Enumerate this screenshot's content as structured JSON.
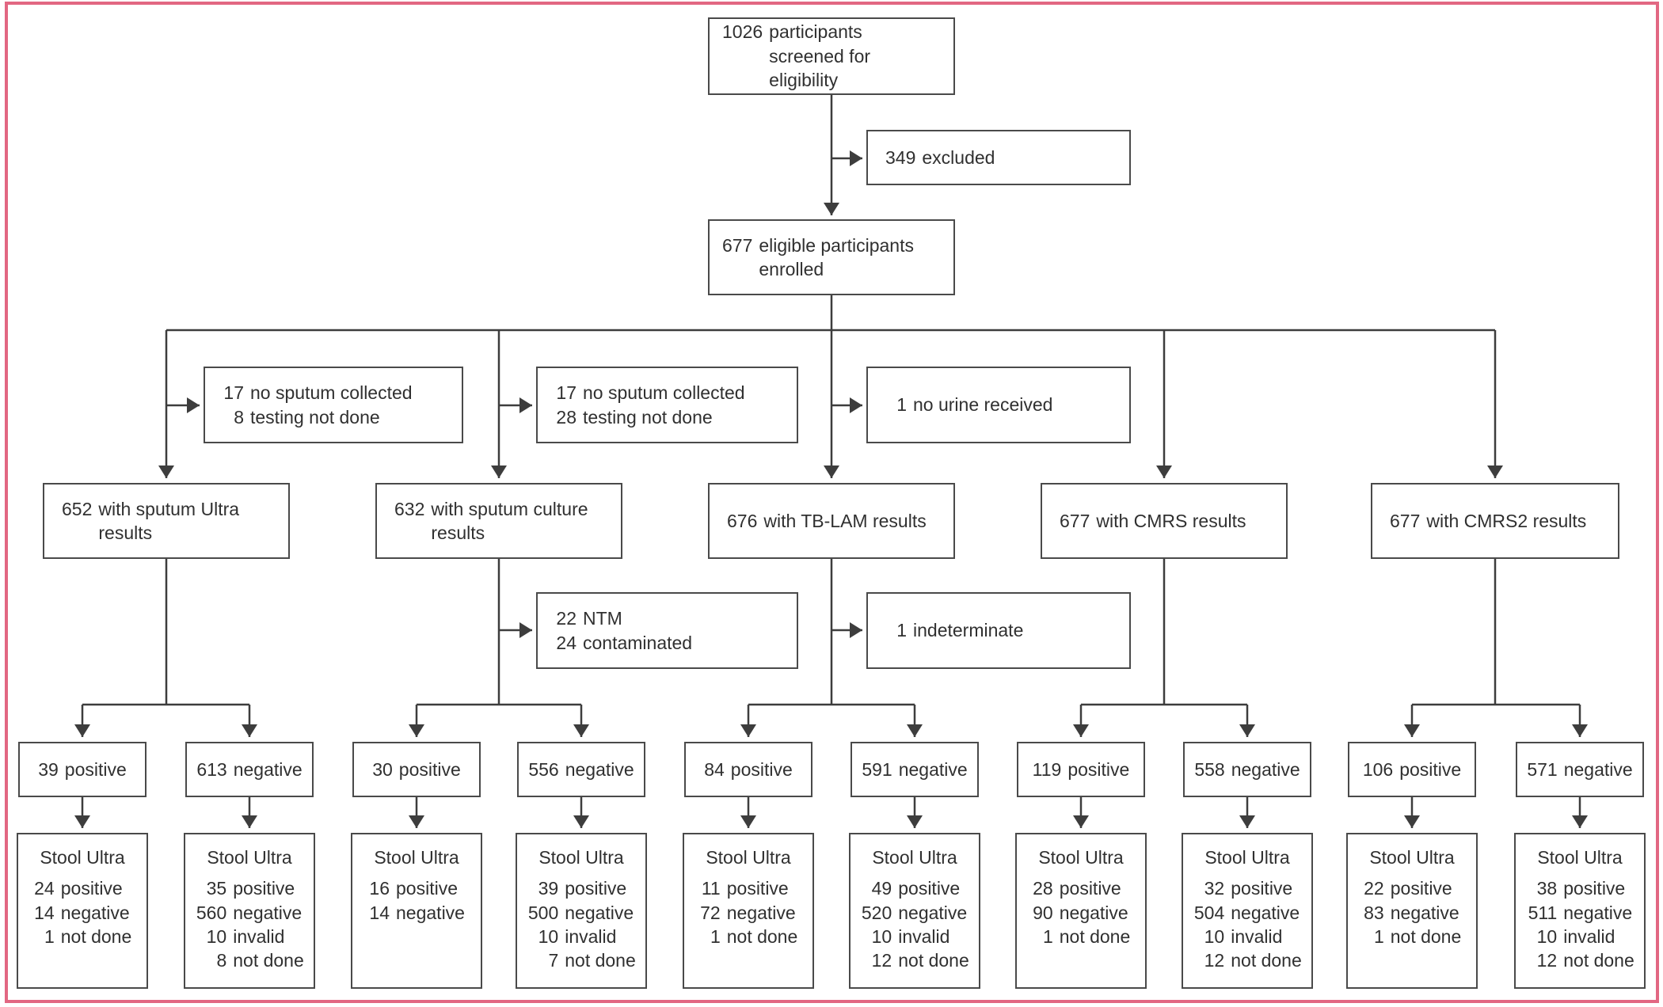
{
  "frame": {
    "border_color": "#e26782"
  },
  "screened": {
    "num": "1026",
    "label": "participants screened for eligibility"
  },
  "excluded": {
    "num": "349",
    "label": "excluded"
  },
  "enrolled": {
    "num": "677",
    "label": "eligible participants enrolled"
  },
  "columns": [
    {
      "name": "sputum-ultra",
      "result": {
        "num": "652",
        "label": "with sputum Ultra results"
      },
      "pre": [
        {
          "num": "17",
          "label": "no sputum collected"
        },
        {
          "num": "8",
          "label": "testing not done"
        }
      ],
      "post": [],
      "positive": {
        "num": "39",
        "label": "positive"
      },
      "negative": {
        "num": "613",
        "label": "negative"
      },
      "stool_pos": {
        "title": "Stool Ultra",
        "lines": [
          {
            "num": "24",
            "label": "positive"
          },
          {
            "num": "14",
            "label": "negative"
          },
          {
            "num": "1",
            "label": "not done"
          }
        ]
      },
      "stool_neg": {
        "title": "Stool Ultra",
        "lines": [
          {
            "num": "35",
            "label": "positive"
          },
          {
            "num": "560",
            "label": "negative"
          },
          {
            "num": "10",
            "label": "invalid"
          },
          {
            "num": "8",
            "label": "not done"
          }
        ]
      }
    },
    {
      "name": "sputum-culture",
      "result": {
        "num": "632",
        "label": "with sputum culture results"
      },
      "pre": [
        {
          "num": "17",
          "label": "no sputum collected"
        },
        {
          "num": "28",
          "label": "testing not done"
        }
      ],
      "post": [
        {
          "num": "22",
          "label": "NTM"
        },
        {
          "num": "24",
          "label": "contaminated"
        }
      ],
      "positive": {
        "num": "30",
        "label": "positive"
      },
      "negative": {
        "num": "556",
        "label": "negative"
      },
      "stool_pos": {
        "title": "Stool Ultra",
        "lines": [
          {
            "num": "16",
            "label": "positive"
          },
          {
            "num": "14",
            "label": "negative"
          }
        ]
      },
      "stool_neg": {
        "title": "Stool Ultra",
        "lines": [
          {
            "num": "39",
            "label": "positive"
          },
          {
            "num": "500",
            "label": "negative"
          },
          {
            "num": "10",
            "label": "invalid"
          },
          {
            "num": "7",
            "label": "not done"
          }
        ]
      }
    },
    {
      "name": "tb-lam",
      "result": {
        "num": "676",
        "label": "with TB-LAM results"
      },
      "pre": [
        {
          "num": "1",
          "label": "no urine received"
        }
      ],
      "post": [
        {
          "num": "1",
          "label": "indeterminate"
        }
      ],
      "positive": {
        "num": "84",
        "label": "positive"
      },
      "negative": {
        "num": "591",
        "label": "negative"
      },
      "stool_pos": {
        "title": "Stool Ultra",
        "lines": [
          {
            "num": "11",
            "label": "positive"
          },
          {
            "num": "72",
            "label": "negative"
          },
          {
            "num": "1",
            "label": "not done"
          }
        ]
      },
      "stool_neg": {
        "title": "Stool Ultra",
        "lines": [
          {
            "num": "49",
            "label": "positive"
          },
          {
            "num": "520",
            "label": "negative"
          },
          {
            "num": "10",
            "label": "invalid"
          },
          {
            "num": "12",
            "label": "not done"
          }
        ]
      }
    },
    {
      "name": "cmrs",
      "result": {
        "num": "677",
        "label": "with CMRS results"
      },
      "pre": [],
      "post": [],
      "positive": {
        "num": "119",
        "label": "positive"
      },
      "negative": {
        "num": "558",
        "label": "negative"
      },
      "stool_pos": {
        "title": "Stool Ultra",
        "lines": [
          {
            "num": "28",
            "label": "positive"
          },
          {
            "num": "90",
            "label": "negative"
          },
          {
            "num": "1",
            "label": "not done"
          }
        ]
      },
      "stool_neg": {
        "title": "Stool Ultra",
        "lines": [
          {
            "num": "32",
            "label": "positive"
          },
          {
            "num": "504",
            "label": "negative"
          },
          {
            "num": "10",
            "label": "invalid"
          },
          {
            "num": "12",
            "label": "not done"
          }
        ]
      }
    },
    {
      "name": "cmrs2",
      "result": {
        "num": "677",
        "label": "with CMRS2 results"
      },
      "pre": [],
      "post": [],
      "positive": {
        "num": "106",
        "label": "positive"
      },
      "negative": {
        "num": "571",
        "label": "negative"
      },
      "stool_pos": {
        "title": "Stool Ultra",
        "lines": [
          {
            "num": "22",
            "label": "positive"
          },
          {
            "num": "83",
            "label": "negative"
          },
          {
            "num": "1",
            "label": "not done"
          }
        ]
      },
      "stool_neg": {
        "title": "Stool Ultra",
        "lines": [
          {
            "num": "38",
            "label": "positive"
          },
          {
            "num": "511",
            "label": "negative"
          },
          {
            "num": "10",
            "label": "invalid"
          },
          {
            "num": "12",
            "label": "not done"
          }
        ]
      }
    }
  ]
}
